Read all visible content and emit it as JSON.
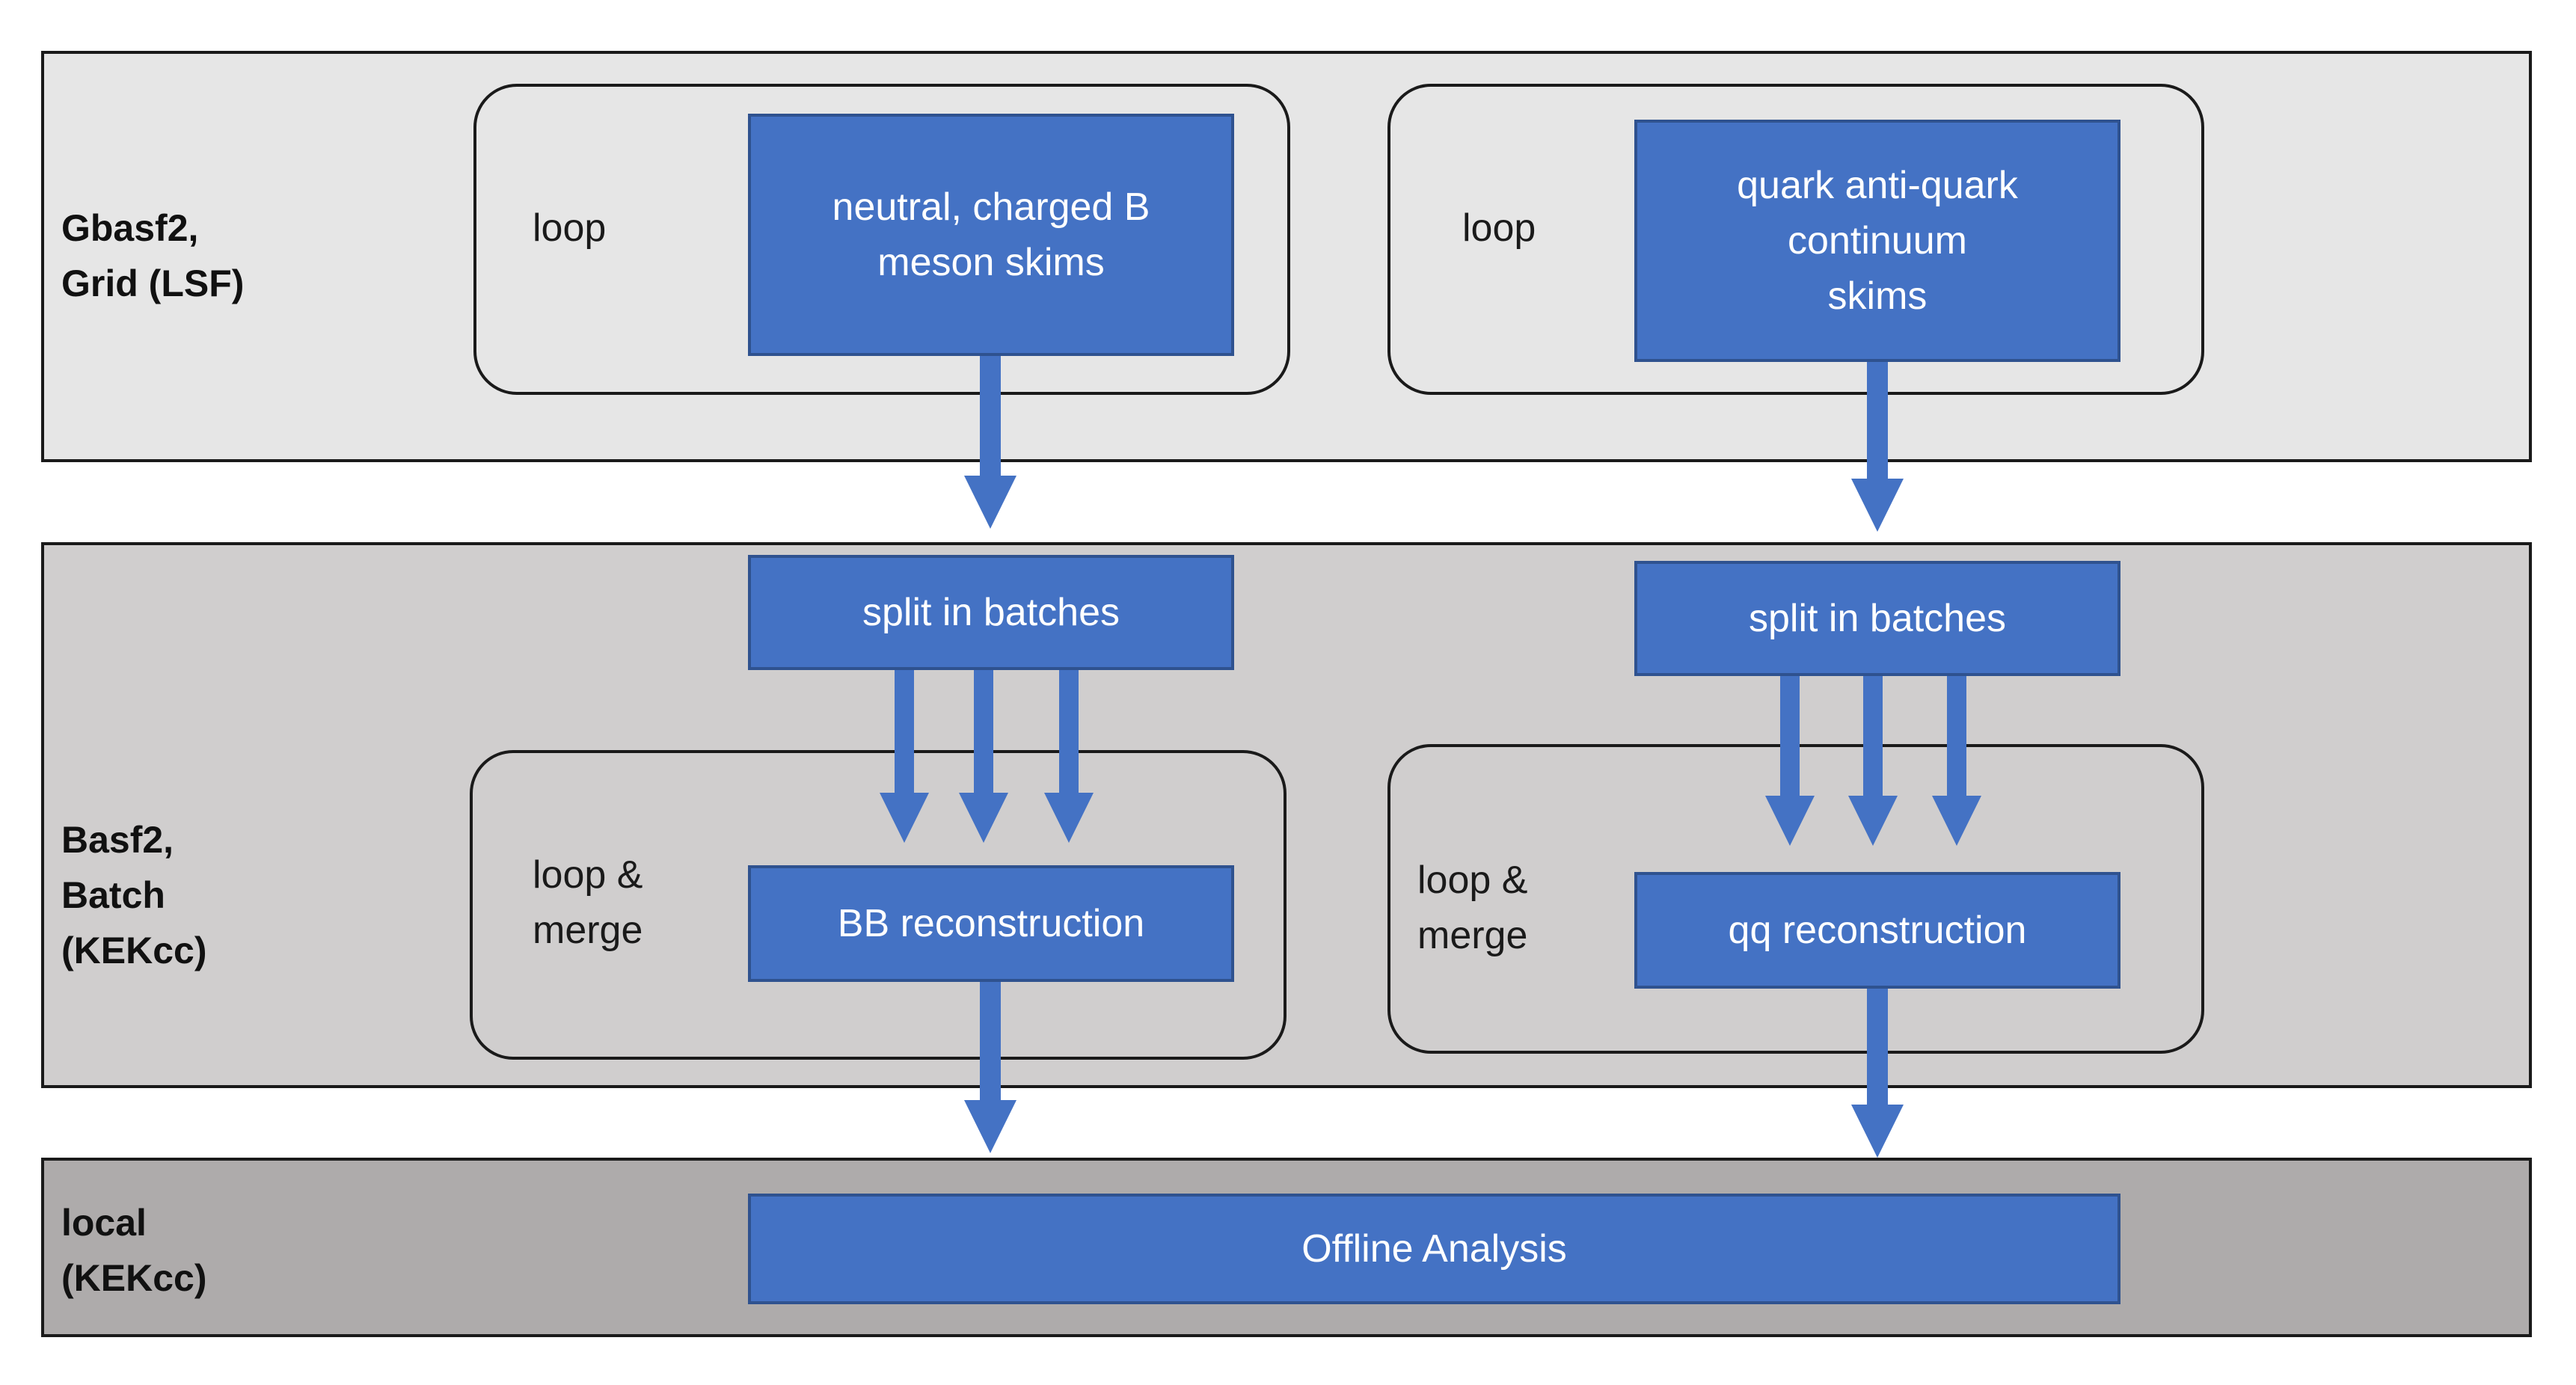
{
  "bands": [
    {
      "label": "Gbasf2,\nGrid (LSF)"
    },
    {
      "label": "Basf2,\nBatch\n(KEKcc)"
    },
    {
      "label": "local\n(KEKcc)"
    }
  ],
  "loops": {
    "grid_b": "loop",
    "grid_q": "loop",
    "batch_b": "loop &\nmerge",
    "batch_q": "loop &\nmerge"
  },
  "boxes": {
    "skim_b": "neutral, charged B\nmeson skims",
    "skim_q": "quark anti-quark\ncontinuum\nskims",
    "split_b": "split in batches",
    "split_q": "split in batches",
    "reco_b": "BB reconstruction",
    "reco_q": "qq reconstruction",
    "offline": "Offline Analysis"
  },
  "colors": {
    "process_box": "#4472c4",
    "process_border": "#2f528f",
    "arrow": "#4472c4",
    "grid_band": "#e6e6e6",
    "batch_band": "#d0cece",
    "local_band": "#aeabab"
  }
}
